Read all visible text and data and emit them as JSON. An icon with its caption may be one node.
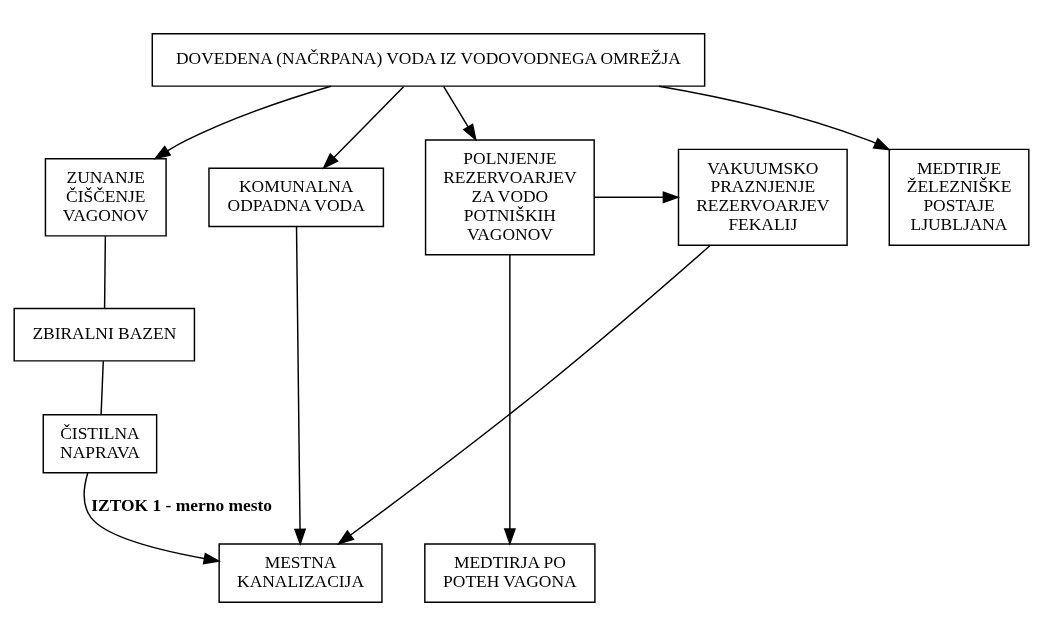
{
  "diagram": {
    "nodes": [
      {
        "text": [
          "DOVEDENA (NAČRPANA) VODA IZ VODOVODNEGA OMREŽJA"
        ]
      },
      {
        "text": [
          "ZUNANJE ČIŠČENJE VAGONOV"
        ]
      },
      {
        "text": [
          "KOMUNALNA ODPADNA VODA"
        ]
      },
      {
        "text": [
          "VAKUUMSKO PRAZNJENJE REZERVOARJEV FEKALIJ"
        ]
      },
      {
        "text": [
          "POLNJENJE REZERVOARJEV ZA VODO POTNIŠKIH VAGONOV"
        ]
      },
      {
        "text": [
          "ZBIRALNI BAZEN"
        ]
      },
      {
        "text": [
          "ČISTILNA NAPRAVA"
        ]
      },
      {
        "text": [
          "MESTNA KANALIZACIJA"
        ]
      },
      {
        "text": [
          "MEDTIRJA PO POTEH VAGONA"
        ]
      },
      {
        "text": [
          "MEDTIRJE ŽELEZNIŠKE POSTAJE LJUBLJANA"
        ]
      }
    ],
    "edges": [
      {
        "from": 0,
        "to": 1,
        "arrow": "to"
      },
      {
        "from": 0,
        "to": 2,
        "arrow": "to"
      },
      {
        "from": 0,
        "to": 4,
        "arrow": "to"
      },
      {
        "from": 0,
        "to": 9,
        "arrow": "to"
      },
      {
        "from": 4,
        "to": 3,
        "arrow": "to"
      },
      {
        "from": 1,
        "to": 5,
        "arrow": "none"
      },
      {
        "from": 5,
        "to": 6,
        "arrow": "none"
      },
      {
        "from": 6,
        "to": 7,
        "arrow": "to",
        "label": "IZTOK 1 - merno mesto"
      },
      {
        "from": 2,
        "to": 7,
        "arrow": "to"
      },
      {
        "from": 3,
        "to": 7,
        "arrow": "to"
      },
      {
        "from": 4,
        "to": 8,
        "arrow": "to"
      }
    ]
  }
}
